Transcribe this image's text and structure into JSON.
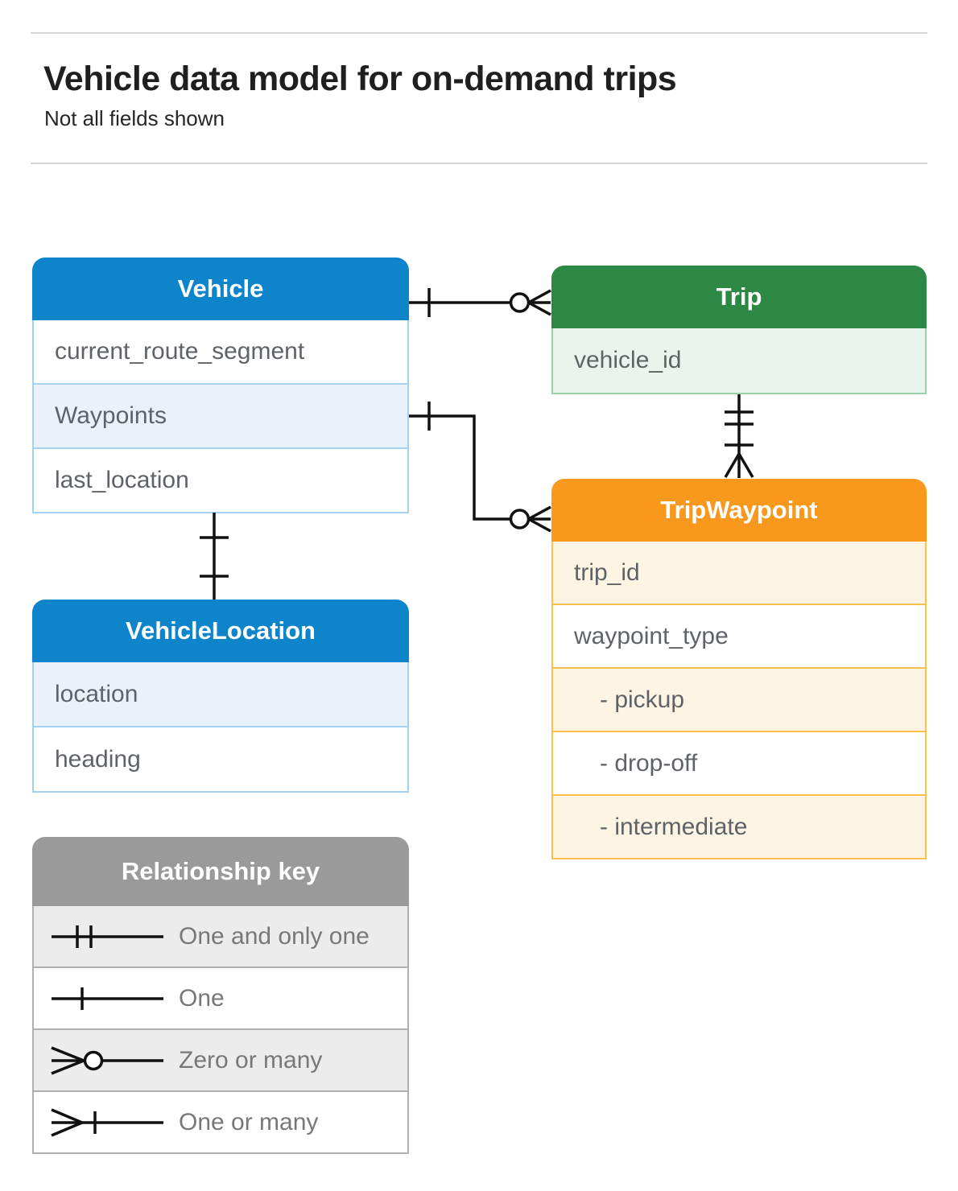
{
  "page": {
    "title": "Vehicle data model for on-demand trips",
    "subtitle": "Not all fields shown"
  },
  "colors": {
    "blue_header": "#0e85cb",
    "blue_border": "#a3d2f2",
    "blue_row_tint": "#e9f1fb",
    "green_header": "#2e8845",
    "green_border": "#9ccfaa",
    "green_row_tint": "#e9f4ec",
    "orange_header": "#f8981d",
    "orange_border": "#fcc14c",
    "orange_row_tint": "#fdf4e3",
    "gray_header": "#9a9a9a",
    "gray_border": "#b0b0b0",
    "gray_row_tint": "#ececec",
    "field_text": "#5f6368",
    "connector": "#111111"
  },
  "entities": {
    "vehicle": {
      "title": "Vehicle",
      "fields": [
        "current_route_segment",
        "Waypoints",
        "last_location"
      ]
    },
    "trip": {
      "title": "Trip",
      "fields": [
        "vehicle_id"
      ]
    },
    "trip_waypoint": {
      "title": "TripWaypoint",
      "fields": [
        "trip_id",
        "waypoint_type",
        "- pickup",
        "- drop-off",
        "- intermediate"
      ]
    },
    "vehicle_location": {
      "title": "VehicleLocation",
      "fields": [
        "location",
        "heading"
      ]
    }
  },
  "relationships": [
    {
      "from": "Vehicle",
      "to": "Trip",
      "from_cardinality": "one",
      "to_cardinality": "zero or many"
    },
    {
      "from": "Trip",
      "to": "TripWaypoint",
      "from_cardinality": "one and only one",
      "to_cardinality": "one or many"
    },
    {
      "from": "Vehicle.Waypoints",
      "to": "TripWaypoint",
      "from_cardinality": "one",
      "to_cardinality": "zero or many"
    },
    {
      "from": "Vehicle",
      "to": "VehicleLocation",
      "from_cardinality": "one",
      "to_cardinality": "one"
    }
  ],
  "legend": {
    "title": "Relationship key",
    "items": [
      {
        "symbol": "one-and-only-one",
        "label": "One and only one"
      },
      {
        "symbol": "one",
        "label": "One"
      },
      {
        "symbol": "zero-or-many",
        "label": "Zero or many"
      },
      {
        "symbol": "one-or-many",
        "label": "One or many"
      }
    ]
  }
}
